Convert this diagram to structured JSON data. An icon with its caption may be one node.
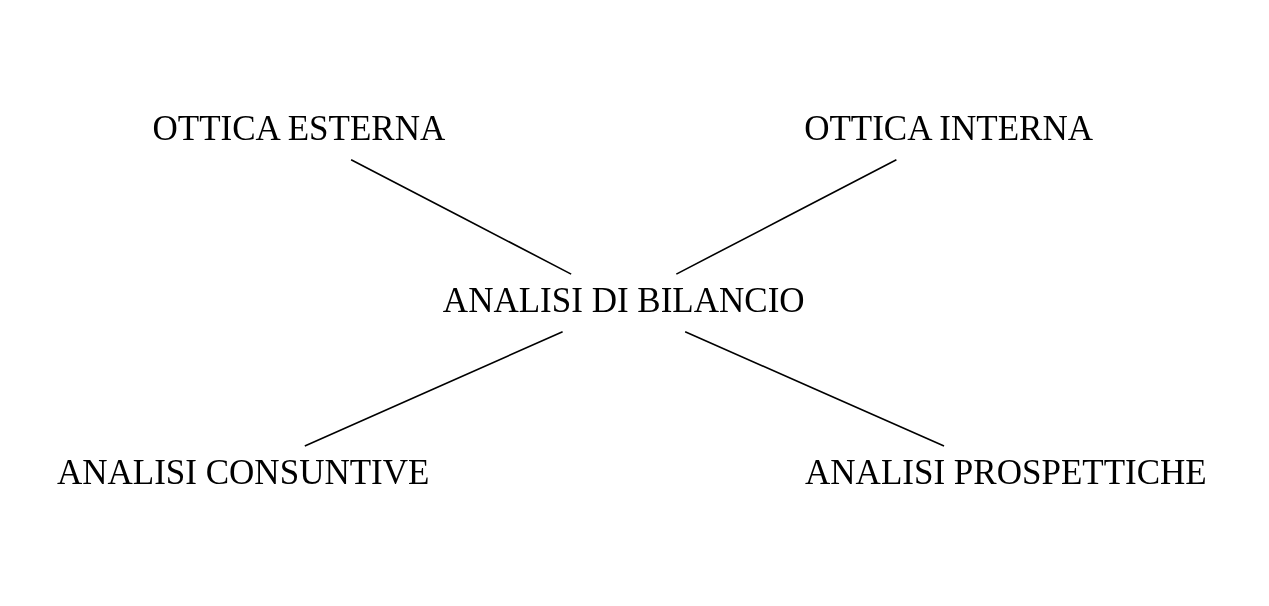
{
  "diagram": {
    "nodes": [
      {
        "text": [
          "OTTICA ESTERNA"
        ]
      },
      {
        "text": [
          "OTTICA INTERNA"
        ]
      },
      {
        "text": [
          "ANALISI DI BILANCIO"
        ]
      },
      {
        "text": [
          "ANALISI CONSUNTIVE"
        ]
      },
      {
        "text": [
          "ANALISI PROSPETTICHE"
        ]
      }
    ],
    "edges": [
      {
        "from": 0,
        "to": 2,
        "arrow": "none"
      },
      {
        "from": 1,
        "to": 2,
        "arrow": "none"
      },
      {
        "from": 2,
        "to": 3,
        "arrow": "none"
      },
      {
        "from": 2,
        "to": 4,
        "arrow": "none"
      }
    ]
  }
}
